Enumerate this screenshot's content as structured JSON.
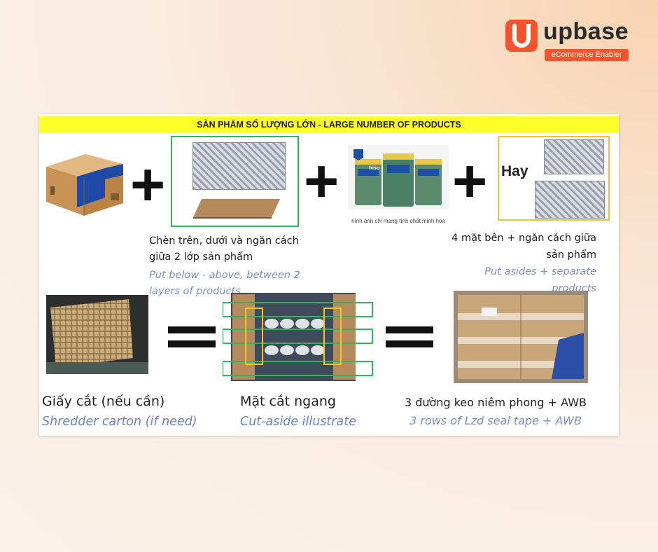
{
  "logo": {
    "mark": "U",
    "word": "upbase",
    "tagline": "eCommerce Enabler"
  },
  "banner": {
    "title": "SẢN PHẨM SỐ LƯỢNG LỚN -  LARGE NUMBER OF PRODUCTS"
  },
  "top_row": {
    "plus_1": "+",
    "plus_2": "+",
    "plus_3": "+",
    "hay": "Hay",
    "product_caption": "hình ảnh chỉ mang tính chất minh họa",
    "product_brand": "friso",
    "layers_vi_1": "Chèn trên, dưới và ngăn cách",
    "layers_vi_2": "giữa 2 lớp sản phẩm",
    "layers_en_1": "Put below - above, between 2",
    "layers_en_2": "layers of products",
    "sides_vi_1": "4 mặt bên + ngăn cách giữa",
    "sides_vi_2": "sản phẩm",
    "sides_en_1": "Put asides + separate",
    "sides_en_2": "products"
  },
  "bottom_row": {
    "shredder_vi": "Giấy cắt (nếu cần)",
    "shredder_en": "Shredder carton (if need)",
    "cut_vi": "Mặt cắt ngang",
    "cut_en": "Cut-aside illustrate",
    "seal_vi": "3 đường keo niêm phong + AWB",
    "seal_en": "3 rows of Lzd seal tape + AWB"
  },
  "colors": {
    "brand": "#f2542d",
    "banner": "#ffff2a",
    "green_frame": "#2fb65a",
    "yellow_frame": "#f2c12e",
    "english_text": "#7a8ec4"
  }
}
